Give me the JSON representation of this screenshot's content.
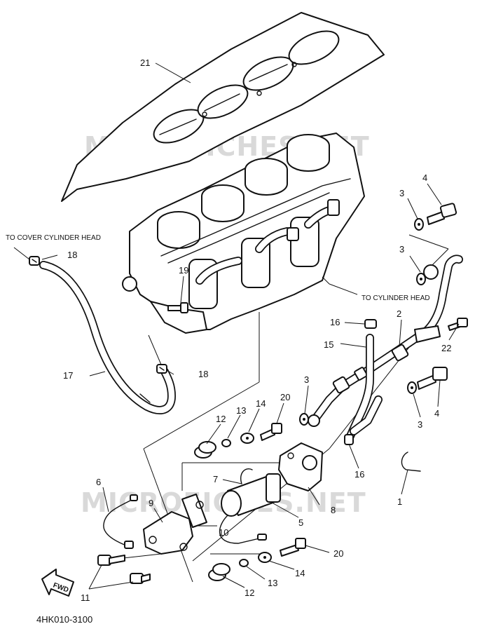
{
  "watermark": "MICROFICHES.NET",
  "diagram_code": "4HK010-3100",
  "notes": {
    "to_cover_cylinder_head": "TO COVER CYLINDER HEAD",
    "to_cylinder_head": "TO CYLINDER HEAD"
  },
  "fwd_label": "FWD",
  "callouts": {
    "p1": "1",
    "p2": "2",
    "p3a": "3",
    "p3b": "3",
    "p3c": "3",
    "p3d": "3",
    "p4a": "4",
    "p4b": "4",
    "p5": "5",
    "p6": "6",
    "p7": "7",
    "p8": "8",
    "p9": "9",
    "p10": "10",
    "p11": "11",
    "p12a": "12",
    "p12b": "12",
    "p13a": "13",
    "p13b": "13",
    "p14a": "14",
    "p14b": "14",
    "p15": "15",
    "p16a": "16",
    "p16b": "16",
    "p17": "17",
    "p18a": "18",
    "p18b": "18",
    "p19": "19",
    "p20a": "20",
    "p20b": "20",
    "p21": "21",
    "p22": "22"
  }
}
